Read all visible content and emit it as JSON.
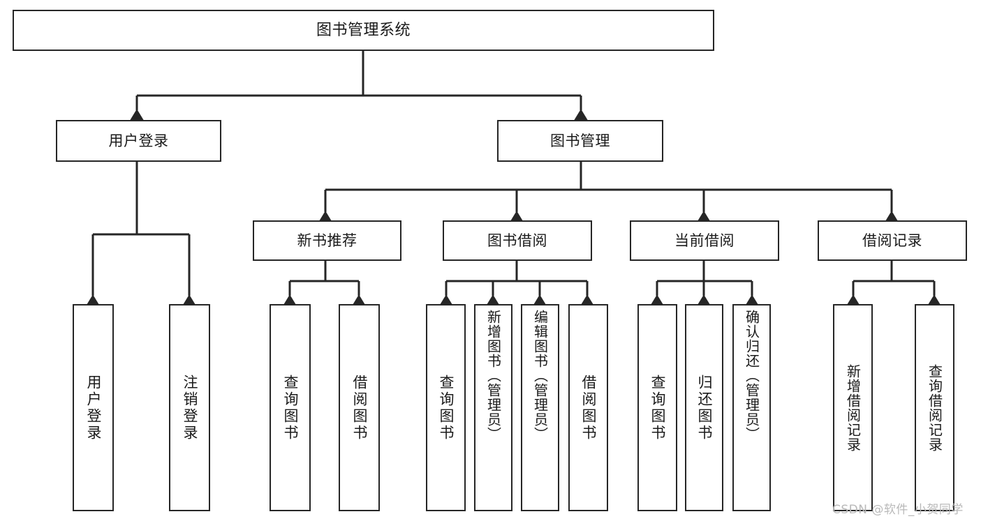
{
  "diagram": {
    "title": "图书管理系统",
    "type": "hierarchy-tree",
    "orientation": "top-down",
    "stroke_color": "#262626",
    "fill_color": "#ffffff",
    "text_color": "#1a1a1a",
    "background": "#ffffff"
  },
  "nodes": {
    "root": {
      "label": "图书管理系统",
      "level": 0
    },
    "level1": [
      {
        "id": "user-login",
        "label": "用户登录"
      },
      {
        "id": "book-manage",
        "label": "图书管理"
      }
    ],
    "level2": [
      {
        "id": "new-book-recommend",
        "label": "新书推荐"
      },
      {
        "id": "book-borrow",
        "label": "图书借阅"
      },
      {
        "id": "current-borrow",
        "label": "当前借阅"
      },
      {
        "id": "borrow-record",
        "label": "借阅记录"
      }
    ],
    "leaves": {
      "user_login": [
        {
          "id": "leaf-user-login",
          "label": "用户登录"
        },
        {
          "id": "leaf-logout-login",
          "label": "注销登录"
        }
      ],
      "new_book_recommend": [
        {
          "id": "leaf-query-book-1",
          "label": "查询图书"
        },
        {
          "id": "leaf-borrow-book-1",
          "label": "借阅图书"
        }
      ],
      "book_borrow": [
        {
          "id": "leaf-query-book-2",
          "label": "查询图书"
        },
        {
          "id": "leaf-add-book",
          "label": "新增图书（管理员）"
        },
        {
          "id": "leaf-edit-book",
          "label": "编辑图书（管理员）"
        },
        {
          "id": "leaf-borrow-book-2",
          "label": "借阅图书"
        }
      ],
      "current_borrow": [
        {
          "id": "leaf-query-book-3",
          "label": "查询图书"
        },
        {
          "id": "leaf-return-book",
          "label": "归还图书"
        },
        {
          "id": "leaf-confirm-return",
          "label": "确认归还（管理员）"
        }
      ],
      "borrow_record": [
        {
          "id": "leaf-add-record",
          "label": "新增借阅记录"
        },
        {
          "id": "leaf-query-record",
          "label": "查询借阅记录"
        }
      ]
    }
  },
  "watermark": {
    "text": "CSDN @软件_小贺同学"
  }
}
